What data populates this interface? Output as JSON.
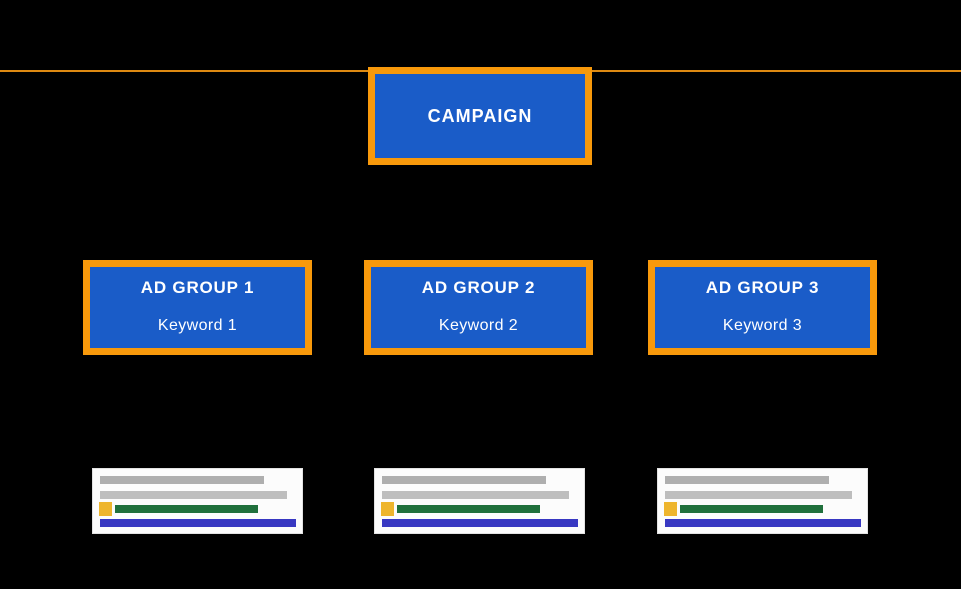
{
  "campaign": {
    "label": "CAMPAIGN"
  },
  "ad_groups": [
    {
      "title": "AD GROUP 1",
      "keyword": "Keyword 1"
    },
    {
      "title": "AD GROUP 2",
      "keyword": "Keyword 2"
    },
    {
      "title": "AD GROUP 3",
      "keyword": "Keyword 3"
    }
  ],
  "colors": {
    "background": "#000000",
    "node_fill": "#1A5CC8",
    "node_border": "#F8990B",
    "divider_line": "#DE8A12",
    "node_text": "#FFFFFF",
    "ad_card_background": "#FCFCFC",
    "ad_text_line_1": "#AFAFAF",
    "ad_text_line_2": "#BEBEBE",
    "ad_badge": "#EEB52D",
    "ad_url_bar": "#20703C",
    "ad_headline_bar": "#3838C2"
  }
}
